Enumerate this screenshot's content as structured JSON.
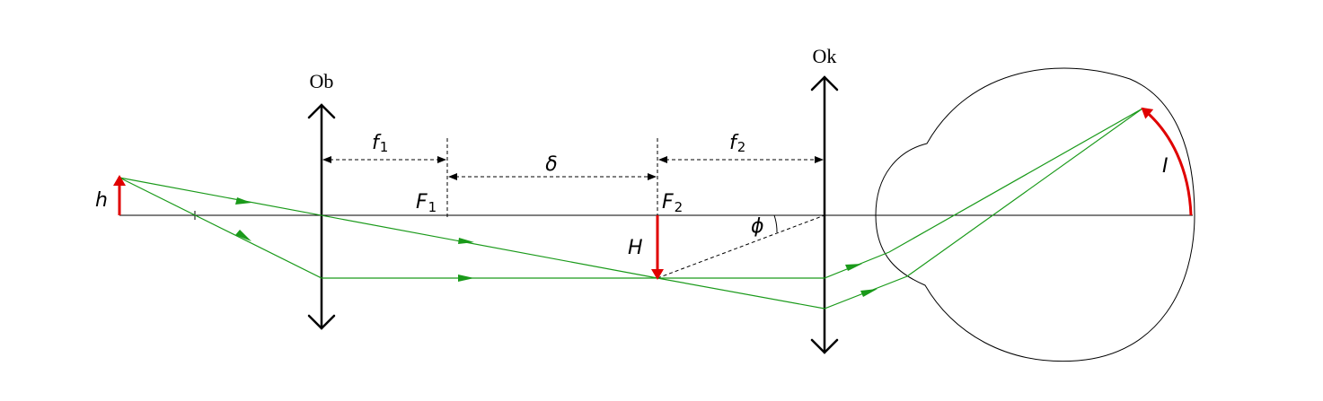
{
  "lenses": {
    "objective_label": "Ob",
    "eyepiece_label": "Ok"
  },
  "dimensions": {
    "f1_main": "f",
    "f1_sub": "1",
    "delta": "δ",
    "f2_main": "f",
    "f2_sub": "2"
  },
  "focal_points": {
    "F1_main": "F",
    "F1_sub": "1",
    "F2_main": "F",
    "F2_sub": "2"
  },
  "labels": {
    "object_height": "h",
    "intermediate_image": "H",
    "angle": "ϕ",
    "retinal_image": "I"
  },
  "colors": {
    "ray": "#1a9a1a",
    "image_arrow": "#e00000",
    "lines": "#000000"
  }
}
